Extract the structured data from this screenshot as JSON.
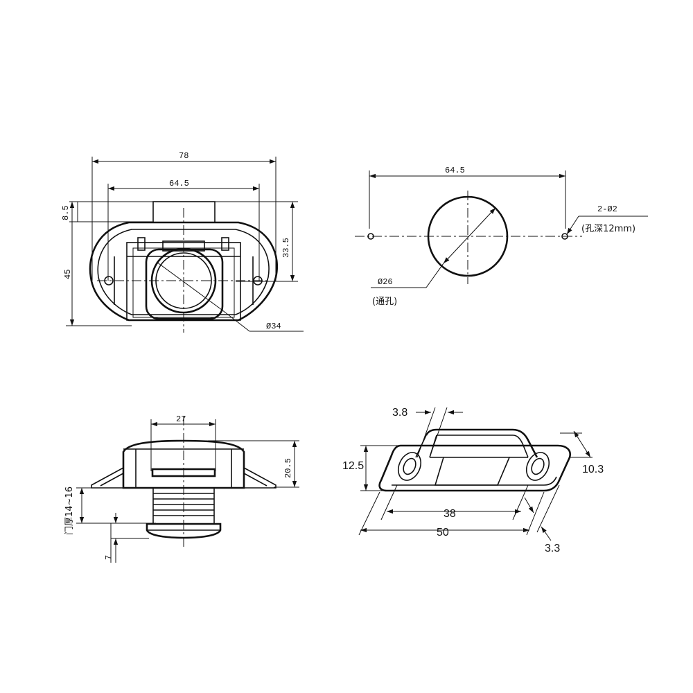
{
  "front_view": {
    "width_overall": "78",
    "hole_spacing": "64.5",
    "top_offset": "8.5",
    "height_overall": "45",
    "height_body": "33.5",
    "button_diameter": "Ø34"
  },
  "cutout_view": {
    "hole_spacing": "64.5",
    "screw_holes": "2-Ø2",
    "screw_hole_depth": "(孔深12mm)",
    "through_hole": "Ø26",
    "through_hole_note": "(通孔)"
  },
  "side_view": {
    "button_width": "27",
    "height": "20.5",
    "door_thickness": "门厚14~16",
    "bottom_dim": "7"
  },
  "strike_plate": {
    "slot_width": "3.8",
    "plate_width": "12.5",
    "depth": "10.3",
    "hole_spacing": "38",
    "length": "50",
    "thickness": "3.3"
  }
}
